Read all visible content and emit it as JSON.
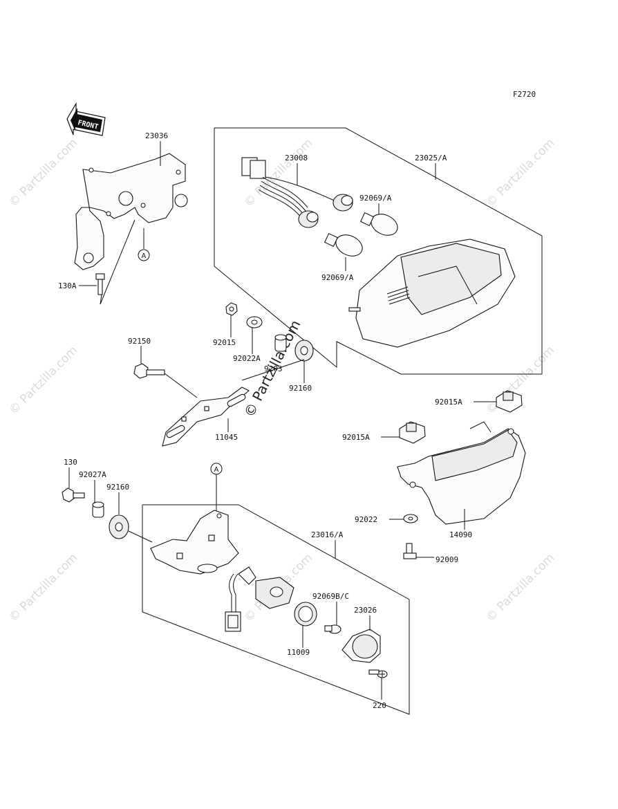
{
  "figure_code": "F2720",
  "front_label": "FRONT",
  "ref_marker": "A",
  "watermark_center": "© Partzilla.com",
  "watermark_tile": "© Partzilla.com",
  "parts": {
    "p23036": "23036",
    "p23008": "23008",
    "p23025A": "23025/A",
    "p92069A_top": "92069/A",
    "p92069A_bot": "92069/A",
    "p130A": "130A",
    "p92150": "92150",
    "p92015": "92015",
    "p92022A": "92022A",
    "p9203x": "9203",
    "p92160_top": "92160",
    "p11045": "11045",
    "p92015A_right": "92015A",
    "p92015A_left": "92015A",
    "p130": "130",
    "p92027A": "92027A",
    "p92160_bot": "92160",
    "p92022": "92022",
    "p14090": "14090",
    "p23016A": "23016/A",
    "p92009": "92009",
    "p92069BC": "92069B/C",
    "p23026": "23026",
    "p11009": "11009",
    "p220": "220"
  }
}
